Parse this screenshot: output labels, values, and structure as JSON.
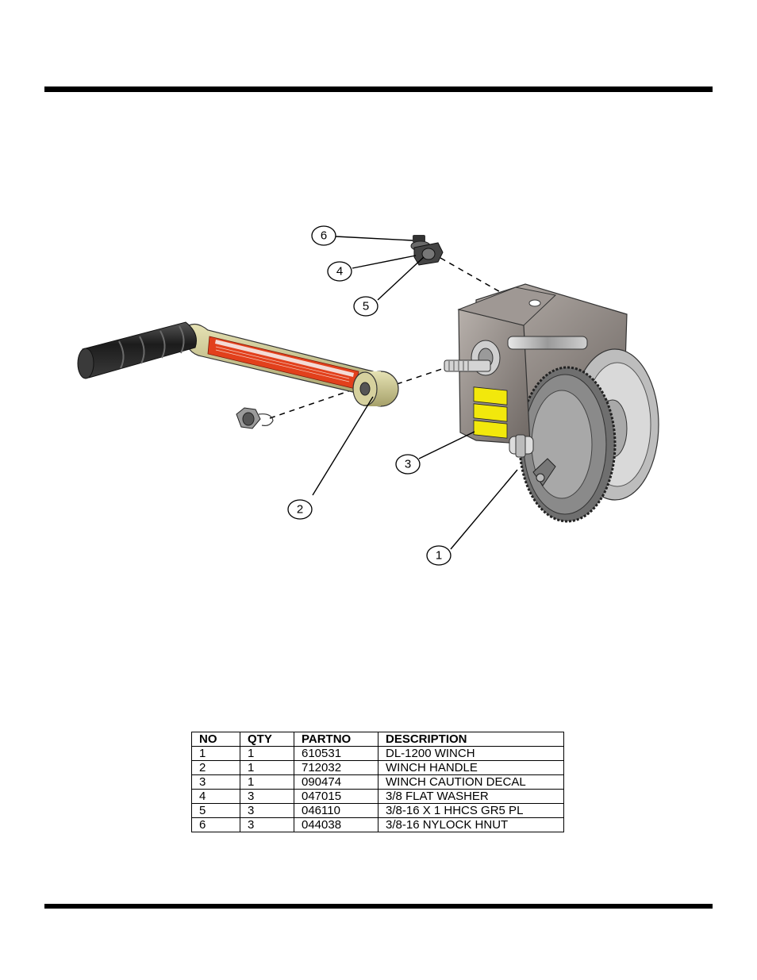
{
  "diagram": {
    "callouts": [
      {
        "number": "1",
        "part": "DL-1200 WINCH"
      },
      {
        "number": "2",
        "part": "WINCH HANDLE"
      },
      {
        "number": "3",
        "part": "WINCH CAUTION DECAL"
      },
      {
        "number": "4",
        "part": "3/8 FLAT WASHER"
      },
      {
        "number": "5",
        "part": "3/8-16 X 1 HHCS GR5 PL"
      },
      {
        "number": "6",
        "part": "3/8-16 NYLOCK HNUT"
      }
    ],
    "colors": {
      "frame": "#8c8480",
      "handle": "#c9c48a",
      "grip": "#2a2a2a",
      "label": "#e2401c",
      "decal": "#f2e80c"
    }
  },
  "parts_table": {
    "headers": [
      "NO",
      "QTY",
      "PARTNO",
      "DESCRIPTION"
    ],
    "rows": [
      [
        "1",
        "1",
        "610531",
        "DL-1200 WINCH"
      ],
      [
        "2",
        "1",
        "712032",
        "WINCH HANDLE"
      ],
      [
        "3",
        "1",
        "090474",
        "WINCH CAUTION DECAL"
      ],
      [
        "4",
        "3",
        "047015",
        "3/8 FLAT WASHER"
      ],
      [
        "5",
        "3",
        "046110",
        "3/8-16 X 1 HHCS GR5 PL"
      ],
      [
        "6",
        "3",
        "044038",
        "3/8-16 NYLOCK HNUT"
      ]
    ]
  }
}
